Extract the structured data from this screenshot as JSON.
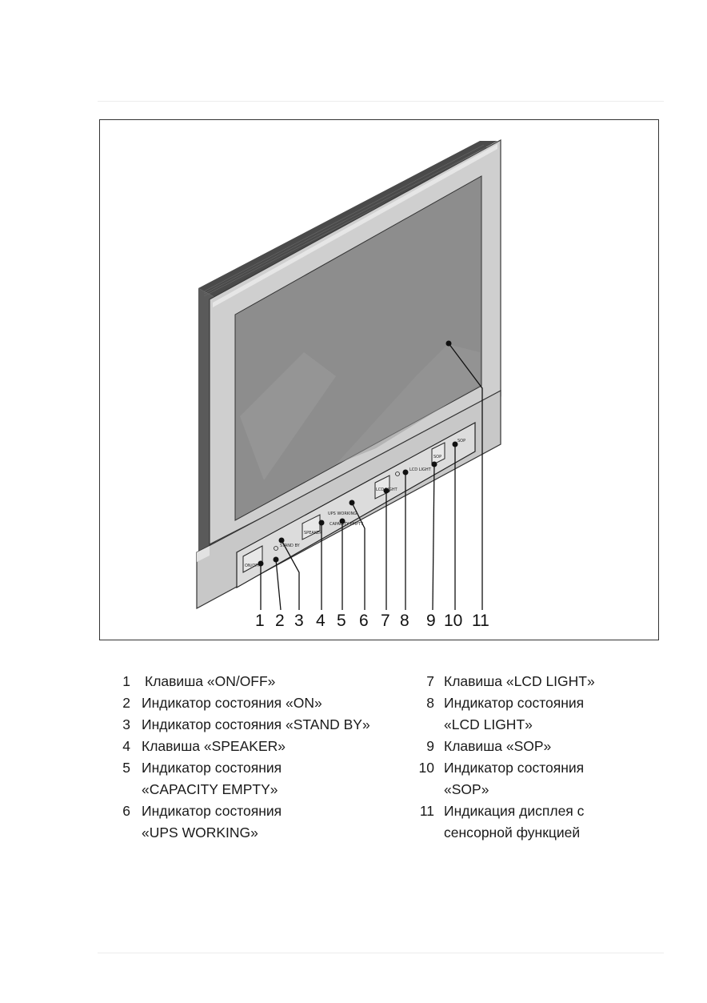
{
  "callouts": [
    "1",
    "2",
    "3",
    "4",
    "5",
    "6",
    "7",
    "8",
    "9",
    "10",
    "11"
  ],
  "panel_labels": {
    "on_off": "ON/OFF",
    "standby": "STAND BY",
    "speaker": "SPEAKER",
    "ups_working": "UPS WORKING",
    "capacity_empty": "CAPACITY EMPTY",
    "lcd_key": "LCD LIGHT",
    "lcd_light": "LCD LIGHT",
    "sop_key": "SOP",
    "sop": "SOP"
  },
  "legend_left": [
    {
      "num": "1",
      "lines": [
        "Клавиша «ON/OFF»"
      ]
    },
    {
      "num": "2",
      "lines": [
        "Индикатор состояния «ON»"
      ]
    },
    {
      "num": "3",
      "lines": [
        "Индикатор состояния «STAND BY»"
      ]
    },
    {
      "num": "4",
      "lines": [
        "Клавиша «SPEAKER»"
      ]
    },
    {
      "num": "5",
      "lines": [
        "Индикатор состояния",
        "«CAPACITY EMPTY»"
      ]
    },
    {
      "num": "6",
      "lines": [
        "Индикатор состояния",
        "«UPS WORKING»"
      ]
    }
  ],
  "legend_right": [
    {
      "num": "7",
      "lines": [
        "Клавиша «LCD LIGHT»"
      ]
    },
    {
      "num": "8",
      "lines": [
        "Индикатор состояния",
        "«LCD LIGHT»"
      ]
    },
    {
      "num": "9",
      "lines": [
        "Клавиша «SOP»"
      ]
    },
    {
      "num": "10",
      "lines": [
        "Индикатор состояния",
        "«SOP»"
      ]
    },
    {
      "num": "11",
      "lines": [
        "Индикация дисплея с",
        "сенсорной функцией"
      ]
    }
  ]
}
